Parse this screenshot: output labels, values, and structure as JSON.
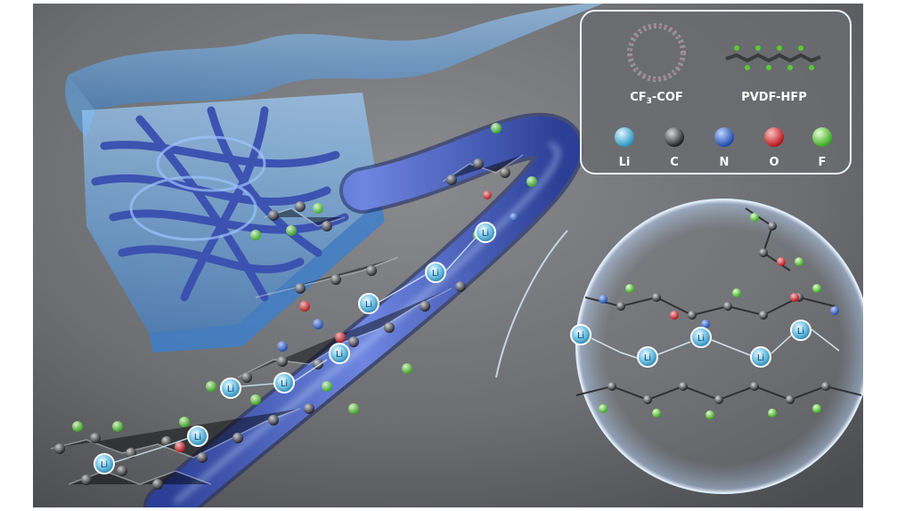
{
  "legend": {
    "materials": [
      {
        "main": "CF",
        "sub": "3",
        "rest": "-COF"
      },
      {
        "main": "PVDF-HFP",
        "sub": "",
        "rest": ""
      }
    ],
    "atoms": [
      {
        "symbol": "Li",
        "color": "#49b6d6"
      },
      {
        "symbol": "C",
        "color": "#3c3c3e"
      },
      {
        "symbol": "N",
        "color": "#2f63c6"
      },
      {
        "symbol": "O",
        "color": "#e0242a"
      },
      {
        "symbol": "F",
        "color": "#55cc33"
      }
    ]
  },
  "ion_label": "Li",
  "colors": {
    "background": "#6f7073",
    "membrane": "#5aa4e6",
    "fiber": "#3f56b8",
    "glow": "#cfe6ff"
  }
}
